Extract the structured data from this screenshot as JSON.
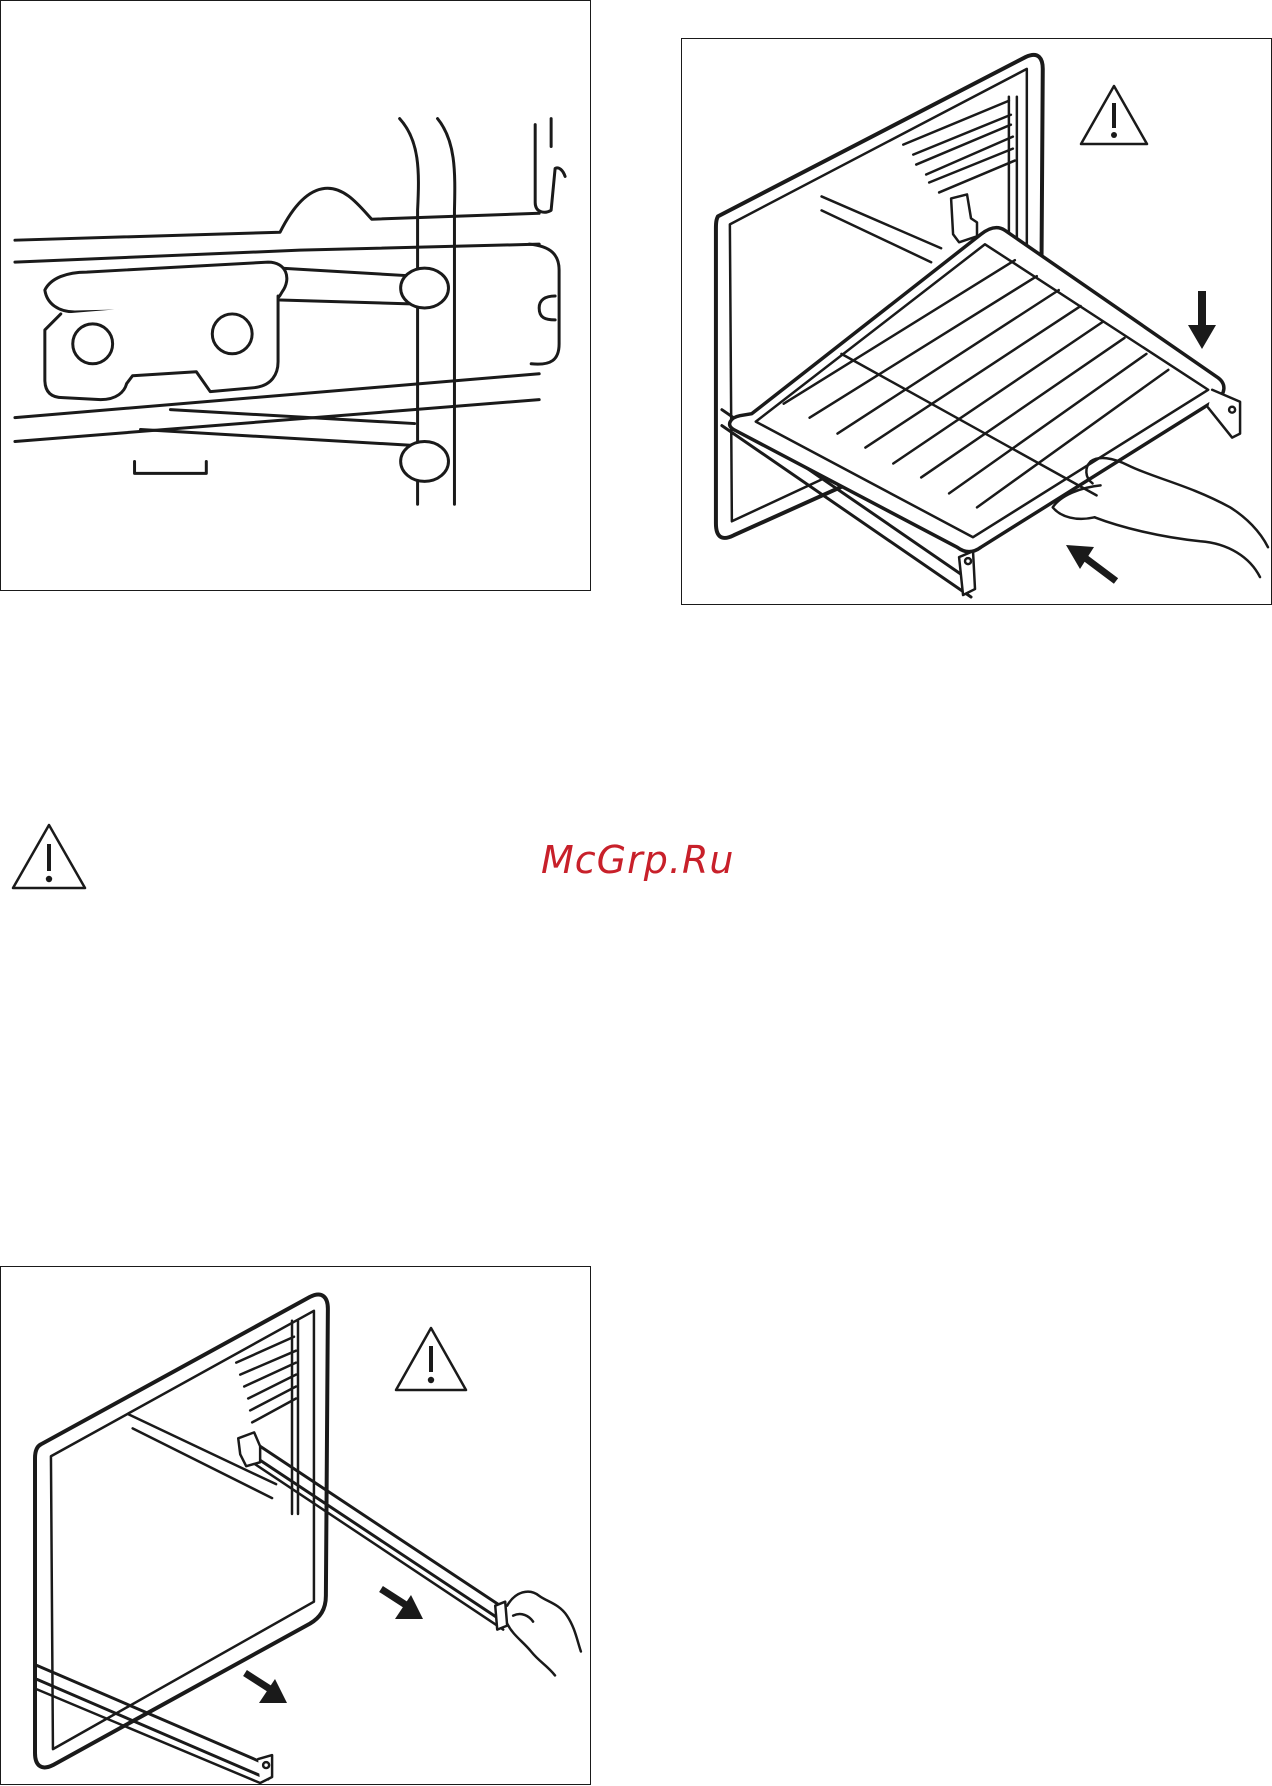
{
  "watermark": {
    "text": "McGrp.Ru",
    "color": "#c8202a"
  },
  "figures": {
    "figure_1": "shelf-rail-hook-detail",
    "figure_2": "wire-shelf-insertion",
    "figure_3": "telescopic-runner-pull-out"
  },
  "icons": {
    "warning": "warning-triangle-icon",
    "arrow": "direction-arrow-icon",
    "hand": "hand-icon"
  },
  "colors": {
    "line": "#1a1a1a",
    "background": "#ffffff",
    "watermark": "#c8202a"
  }
}
